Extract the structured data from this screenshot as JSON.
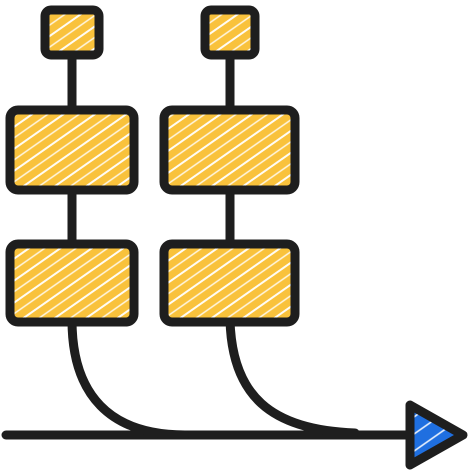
{
  "icon": {
    "name": "workflow-branch-icon",
    "colors": {
      "outline": "#1e1e1e",
      "box_fill": "#f9c23c",
      "box_hatch": "#ffffff",
      "arrow_fill": "#1f6fe0",
      "arrow_hatch": "#ffffff",
      "background": "#ffffff"
    },
    "branches": [
      {
        "name": "left-branch",
        "nodes": [
          "small",
          "large",
          "large"
        ]
      },
      {
        "name": "right-branch",
        "nodes": [
          "small",
          "large",
          "large"
        ]
      }
    ],
    "arrow": "play-triangle"
  }
}
